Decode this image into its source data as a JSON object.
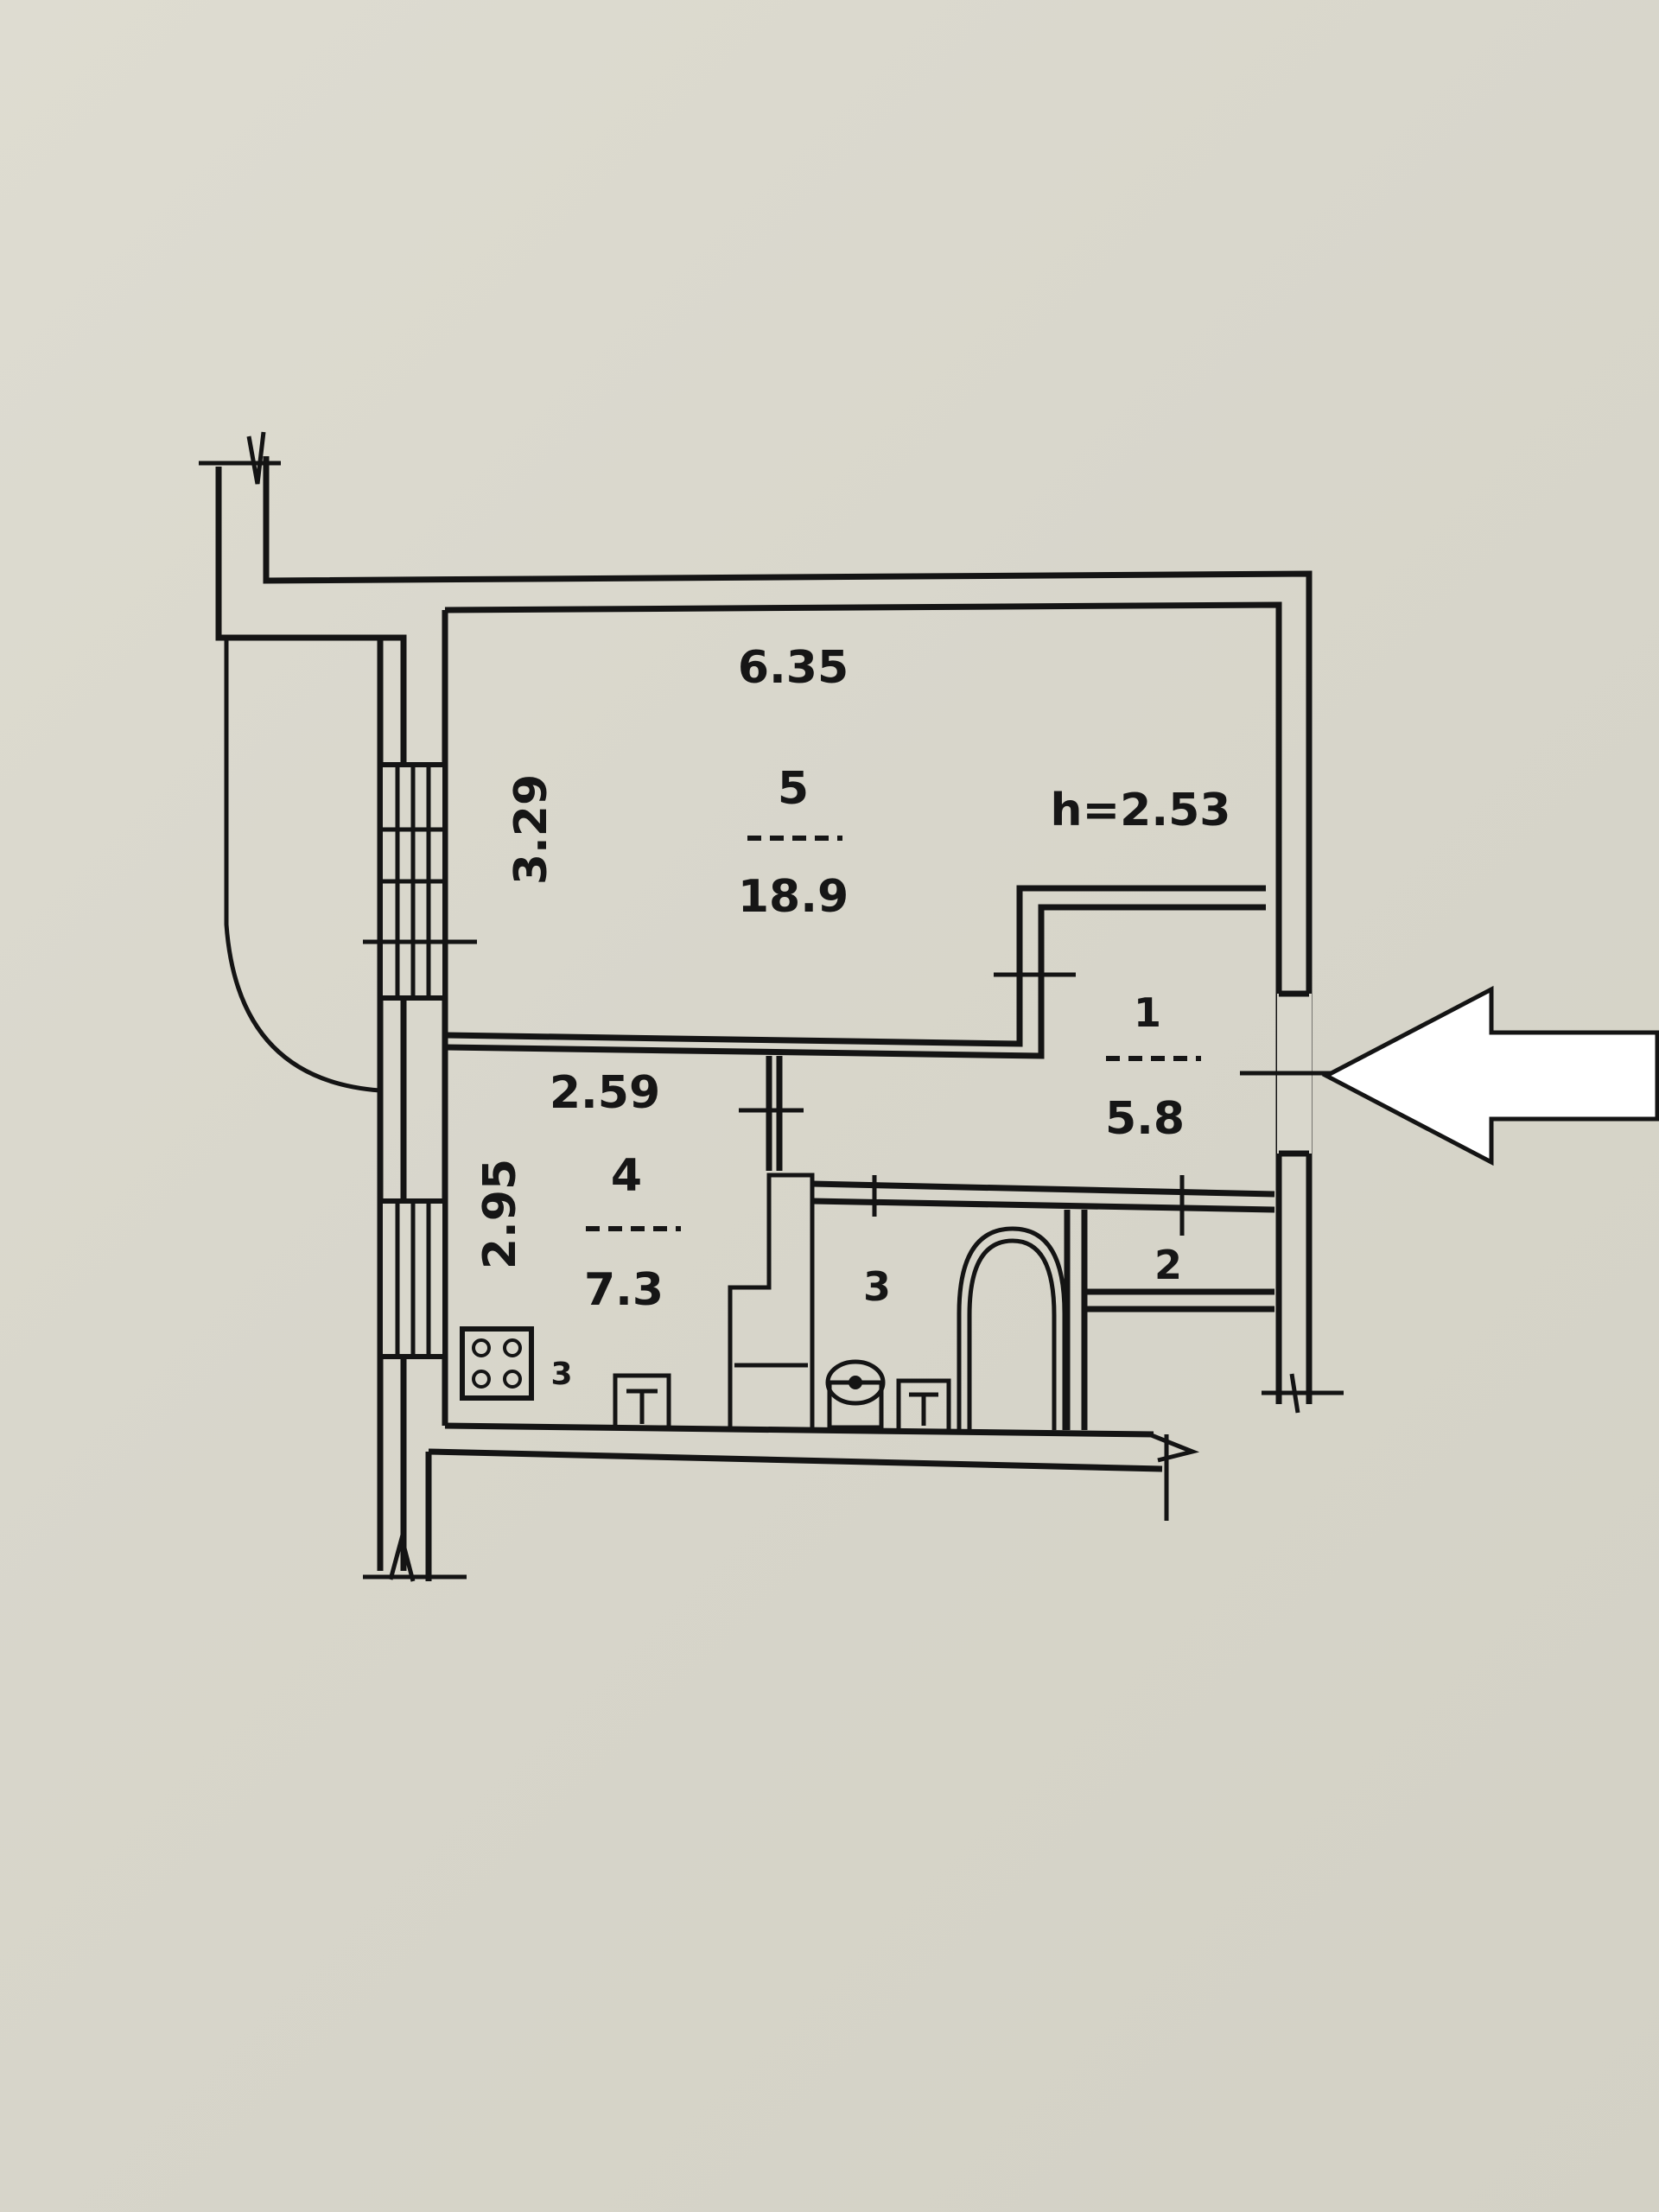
{
  "plan": {
    "ceiling_height": "h=2.53",
    "rooms": [
      {
        "number": "5",
        "area": "18.9",
        "width": "6.35",
        "length": "3.29"
      },
      {
        "number": "1",
        "area": "5.8"
      },
      {
        "number": "4",
        "area": "7.3",
        "width": "2.59",
        "length": "2.95"
      },
      {
        "number": "3"
      },
      {
        "number": "2"
      }
    ],
    "stove_label": "3",
    "entrance": "arrow"
  },
  "colors": {
    "paper": "#d9d7cc",
    "ink": "#141414",
    "arrow_fill": "#ffffff"
  }
}
